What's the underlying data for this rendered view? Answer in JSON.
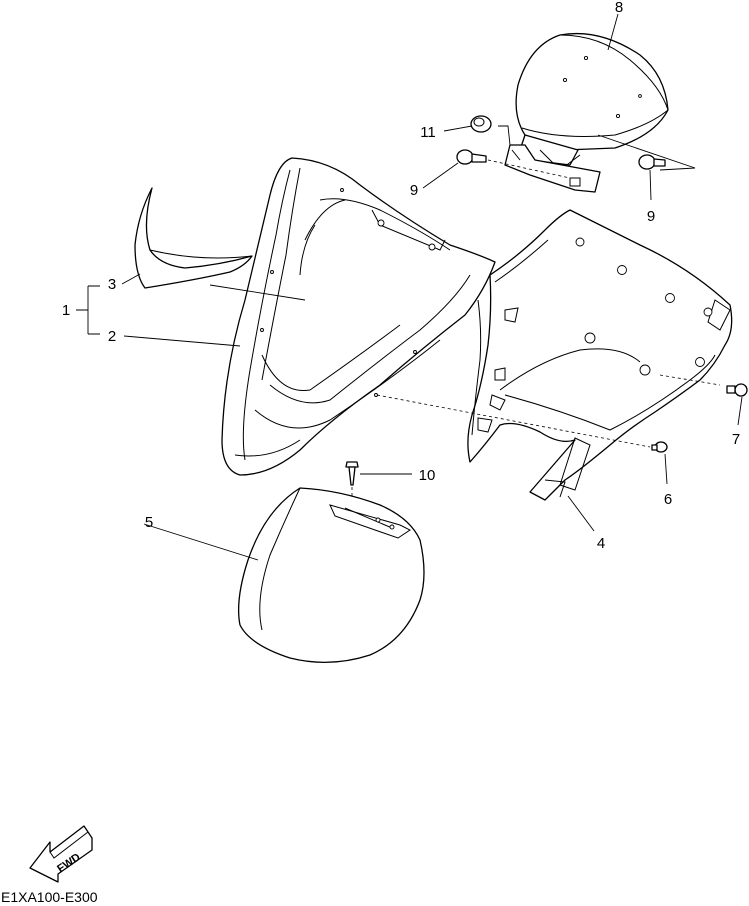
{
  "diagram": {
    "callouts": [
      "1",
      "2",
      "3",
      "4",
      "5",
      "6",
      "7",
      "8",
      "9",
      "9",
      "10",
      "11"
    ],
    "fwd_label": "FWD",
    "code": "E1XA100-E300"
  }
}
